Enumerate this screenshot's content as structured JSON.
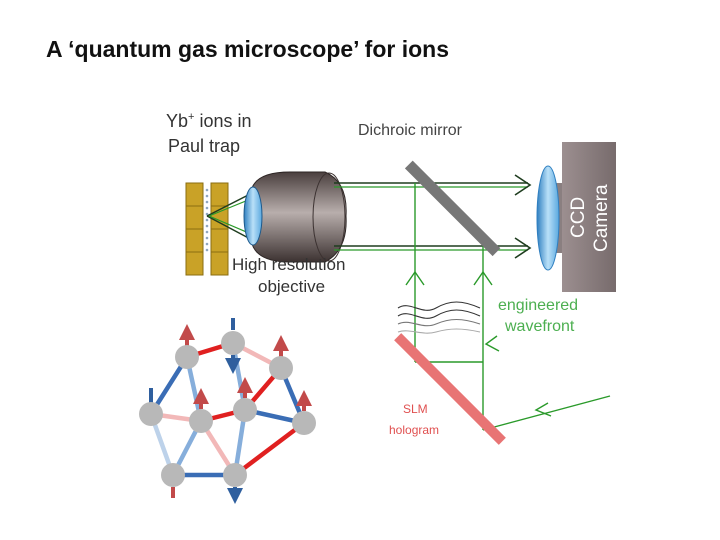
{
  "slide": {
    "title": "A ‘quantum gas microscope’ for ions"
  },
  "diagram": {
    "ions_label_line1": "Yb",
    "ions_label_sup": "+",
    "ions_label_line1_rest": " ions in",
    "ions_label_line2": "Paul trap",
    "mirror_label": "Dichroic mirror",
    "objective_label_line1": "High resolution",
    "objective_label_line2": "objective",
    "camera_label_line1": "CCD",
    "camera_label_line2": "Camera",
    "wavefront_label_line1": "engineered",
    "wavefront_label_line2": "wavefront",
    "slm_label_line1": "SLM",
    "slm_label_line2": "hologram"
  },
  "colors": {
    "trap_gold": "#c9a227",
    "objective_gray": "#6b5f5e",
    "lens_blue": "#6fb5e6",
    "mirror_gray": "#777777",
    "camera_body": "#8a7f80",
    "beam_green": "#2a9a2a",
    "slm_red": "#e87474",
    "wavefront_label_green": "#4caf50",
    "slm_label_red": "#e05050",
    "bond_red": "#e02020",
    "bond_blue": "#3a6db5",
    "node_gray": "#b8b8b8"
  }
}
